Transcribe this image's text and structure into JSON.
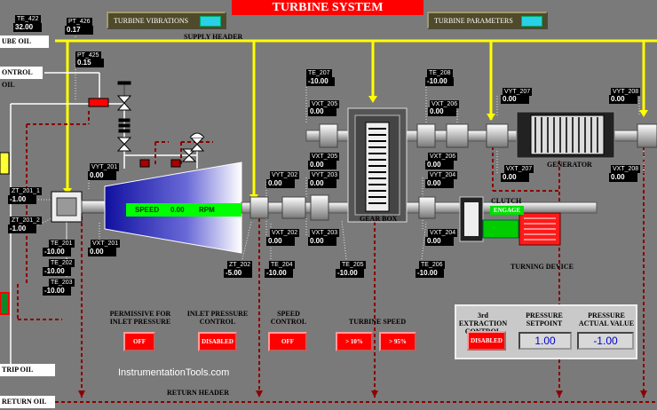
{
  "header": {
    "title": "TURBINE SYSTEM",
    "nav_vibrations": "TURBINE VIBRATIONS",
    "nav_parameters": "TURBINE PARAMETERS"
  },
  "headers": {
    "supply": "SUPPLY HEADER",
    "return": "RETURN HEADER"
  },
  "lines": {
    "lube_oil": "UBE OIL",
    "control_oil": "ONTROL OIL",
    "trip_oil": "TRIP OIL",
    "return_oil": "RETURN OIL"
  },
  "equipment": {
    "gear_box": "GEAR BOX",
    "generator": "GENERATOR",
    "clutch": "CLUTCH",
    "clutch_state": "ENGAGE",
    "turning_device": "TURNING DEVICE"
  },
  "speed": {
    "label": "SPEED",
    "value": "0.00",
    "unit": "RPM"
  },
  "instruments": {
    "te_422": {
      "tag": "TE_422",
      "value": "32.00"
    },
    "pt_426": {
      "tag": "PT_426",
      "value": "0.17"
    },
    "pt_425": {
      "tag": "PT_425",
      "value": "0.15"
    },
    "te_207": {
      "tag": "TE_207",
      "value": "-10.00"
    },
    "te_208": {
      "tag": "TE_208",
      "value": "-10.00"
    },
    "vxt_205": {
      "tag": "VXT_205",
      "value": "0.00"
    },
    "vxt_206": {
      "tag": "VXT_206",
      "value": "0.00"
    },
    "vyt_207": {
      "tag": "VYT_207",
      "value": "0.00"
    },
    "vyt_208": {
      "tag": "VYT_208",
      "value": "0.00"
    },
    "vyt_201": {
      "tag": "VYT_201",
      "value": "0.00"
    },
    "vyt_202": {
      "tag": "VYT_202",
      "value": "0.00"
    },
    "vxt_205b": {
      "tag": "VXT_205",
      "value": "0.00"
    },
    "vyt_203": {
      "tag": "VYT_203",
      "value": "0.00"
    },
    "vxt_206b": {
      "tag": "VXT_206",
      "value": "0.00"
    },
    "vyt_204": {
      "tag": "VYT_204",
      "value": "0.00"
    },
    "vxt_207": {
      "tag": "VXT_207",
      "value": "0.00"
    },
    "vxt_208": {
      "tag": "VXT_208",
      "value": "0.00"
    },
    "zt_201_1": {
      "tag": "ZT_201_1",
      "value": "-1.00"
    },
    "zt_201_2": {
      "tag": "ZT_201_2",
      "value": "-1.00"
    },
    "vxt_201": {
      "tag": "VXT_201",
      "value": "0.00"
    },
    "te_201": {
      "tag": "TE_201",
      "value": "-10.00"
    },
    "te_202": {
      "tag": "TE_202",
      "value": "-10.00"
    },
    "te_203": {
      "tag": "TE_203",
      "value": "-10.00"
    },
    "vxt_202": {
      "tag": "VXT_202",
      "value": "0.00"
    },
    "vxt_203": {
      "tag": "VXT_203",
      "value": "0.00"
    },
    "vxt_204": {
      "tag": "VXT_204",
      "value": "0.00"
    },
    "zt_202": {
      "tag": "ZT_202",
      "value": "-5.00"
    },
    "te_204": {
      "tag": "TE_204",
      "value": "-10.00"
    },
    "te_205": {
      "tag": "TE_205",
      "value": "-10.00"
    },
    "te_206": {
      "tag": "TE_206",
      "value": "-10.00"
    }
  },
  "controls": {
    "permissive": {
      "label": "PERMISSIVE FOR INLET PRESSURE",
      "state": "OFF"
    },
    "inlet_pressure": {
      "label": "INLET PRESSURE CONTROL",
      "state": "DISABLED"
    },
    "speed_control": {
      "label": "SPEED CONTROL",
      "state": "OFF"
    },
    "turbine_speed": {
      "label": "TURBINE SPEED",
      "btn1": "> 10%",
      "btn2": "> 95%"
    }
  },
  "extraction": {
    "label": "3rd EXTRACTION CONTROL",
    "state": "DISABLED",
    "setpoint_label": "PRESSURE SETPOINT",
    "setpoint_value": "1.00",
    "actual_label": "PRESSURE ACTUAL VALUE",
    "actual_value": "-1.00"
  },
  "watermark": "InstrumentationTools.com",
  "colors": {
    "background": "#7a7a7a",
    "supply_line": "#ffff00",
    "return_line": "#8b0000",
    "alarm": "#ff0000",
    "running": "#00ff00"
  }
}
